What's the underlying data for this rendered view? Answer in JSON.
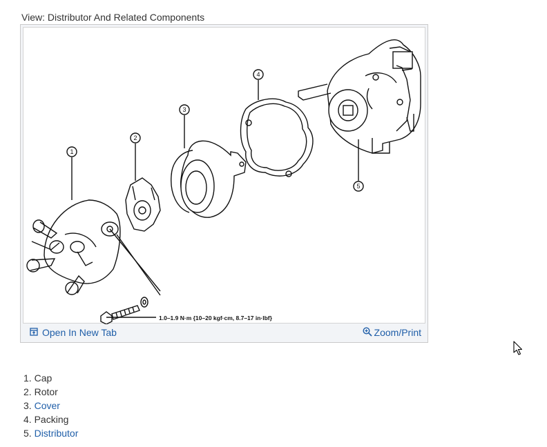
{
  "view_title": "View: Distributor And Related Components",
  "figure": {
    "callouts": [
      "1",
      "2",
      "3",
      "4",
      "5"
    ],
    "torque_spec": "1.0–1.9 N·m {10–20 kgf·cm, 8.7–17 in·lbf}"
  },
  "toolbar": {
    "open_new_tab": "Open In New Tab",
    "zoom_print": "Zoom/Print"
  },
  "legend": [
    {
      "num": "1.",
      "label": "Cap",
      "is_link": false
    },
    {
      "num": "2.",
      "label": "Rotor",
      "is_link": false
    },
    {
      "num": "3.",
      "label": "Cover",
      "is_link": true
    },
    {
      "num": "4.",
      "label": "Packing",
      "is_link": false
    },
    {
      "num": "5.",
      "label": "Distributor",
      "is_link": true
    }
  ],
  "colors": {
    "link": "#1f5ea8",
    "text": "#333333",
    "panel": "#f2f4f7"
  }
}
